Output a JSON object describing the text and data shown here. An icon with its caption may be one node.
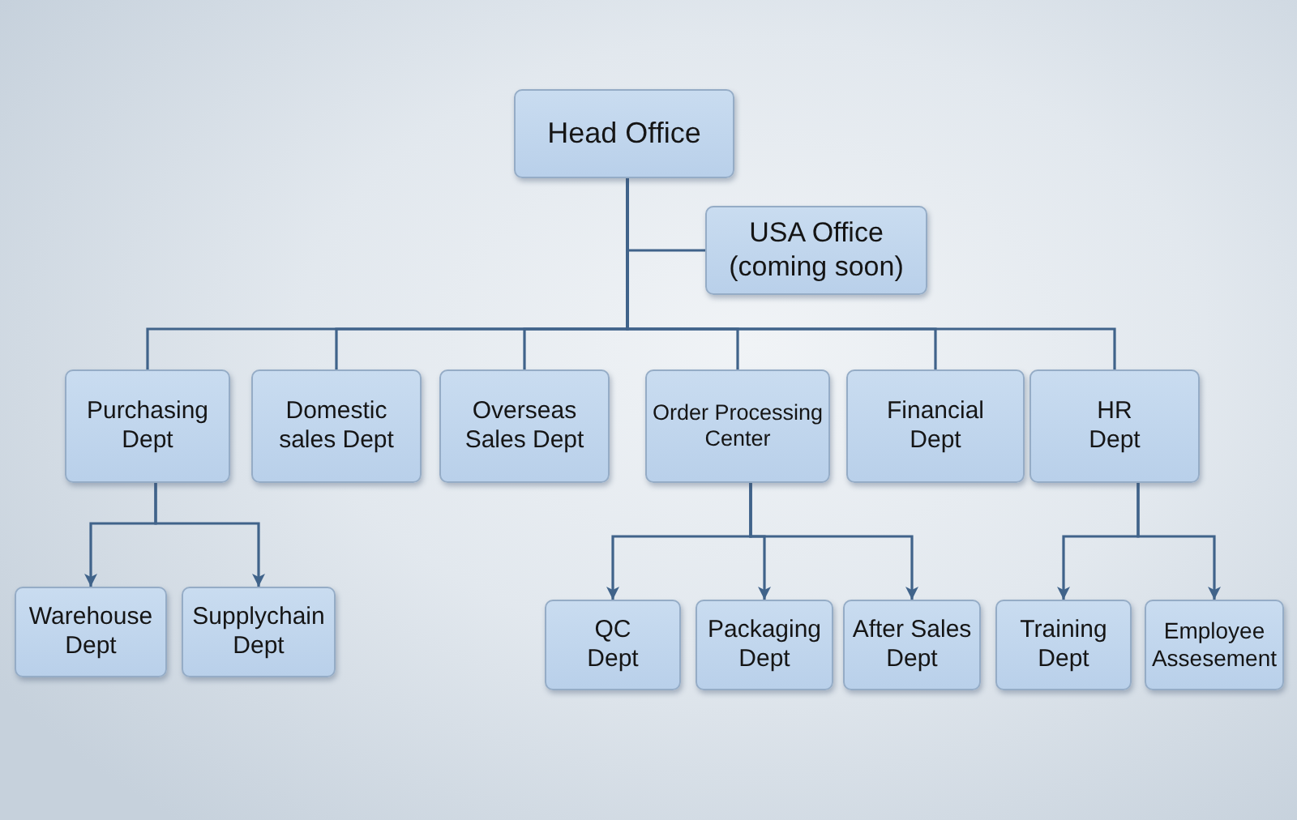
{
  "diagram": {
    "nodes": [
      {
        "text": [
          "Head Office"
        ]
      },
      {
        "text": [
          "USA Office (coming soon)"
        ]
      },
      {
        "text": [
          "Purchasing Dept"
        ]
      },
      {
        "text": [
          "Domestic sales Dept"
        ]
      },
      {
        "text": [
          "Overseas Sales Dept"
        ]
      },
      {
        "text": [
          "Order Processing Center"
        ]
      },
      {
        "text": [
          "Financial Dept"
        ]
      },
      {
        "text": [
          "HR Dept"
        ]
      },
      {
        "text": [
          "Warehouse Dept"
        ]
      },
      {
        "text": [
          "Supplychain Dept"
        ]
      },
      {
        "text": [
          "QC Dept"
        ]
      },
      {
        "text": [
          "Packaging Dept"
        ]
      },
      {
        "text": [
          "After Sales Dept"
        ]
      },
      {
        "text": [
          "Training Dept"
        ]
      },
      {
        "text": [
          "Employee Assesement"
        ]
      }
    ],
    "edges": [
      {
        "from": 0,
        "to": 1,
        "arrow": "none"
      },
      {
        "from": 0,
        "to": 2,
        "arrow": "none"
      },
      {
        "from": 0,
        "to": 3,
        "arrow": "none"
      },
      {
        "from": 0,
        "to": 4,
        "arrow": "none"
      },
      {
        "from": 0,
        "to": 5,
        "arrow": "none"
      },
      {
        "from": 0,
        "to": 6,
        "arrow": "none"
      },
      {
        "from": 0,
        "to": 7,
        "arrow": "none"
      },
      {
        "from": 2,
        "to": 8,
        "arrow": "to"
      },
      {
        "from": 2,
        "to": 9,
        "arrow": "to"
      },
      {
        "from": 5,
        "to": 10,
        "arrow": "to"
      },
      {
        "from": 5,
        "to": 11,
        "arrow": "to"
      },
      {
        "from": 5,
        "to": 12,
        "arrow": "to"
      },
      {
        "from": 7,
        "to": 13,
        "arrow": "to"
      },
      {
        "from": 7,
        "to": 14,
        "arrow": "to"
      }
    ]
  }
}
